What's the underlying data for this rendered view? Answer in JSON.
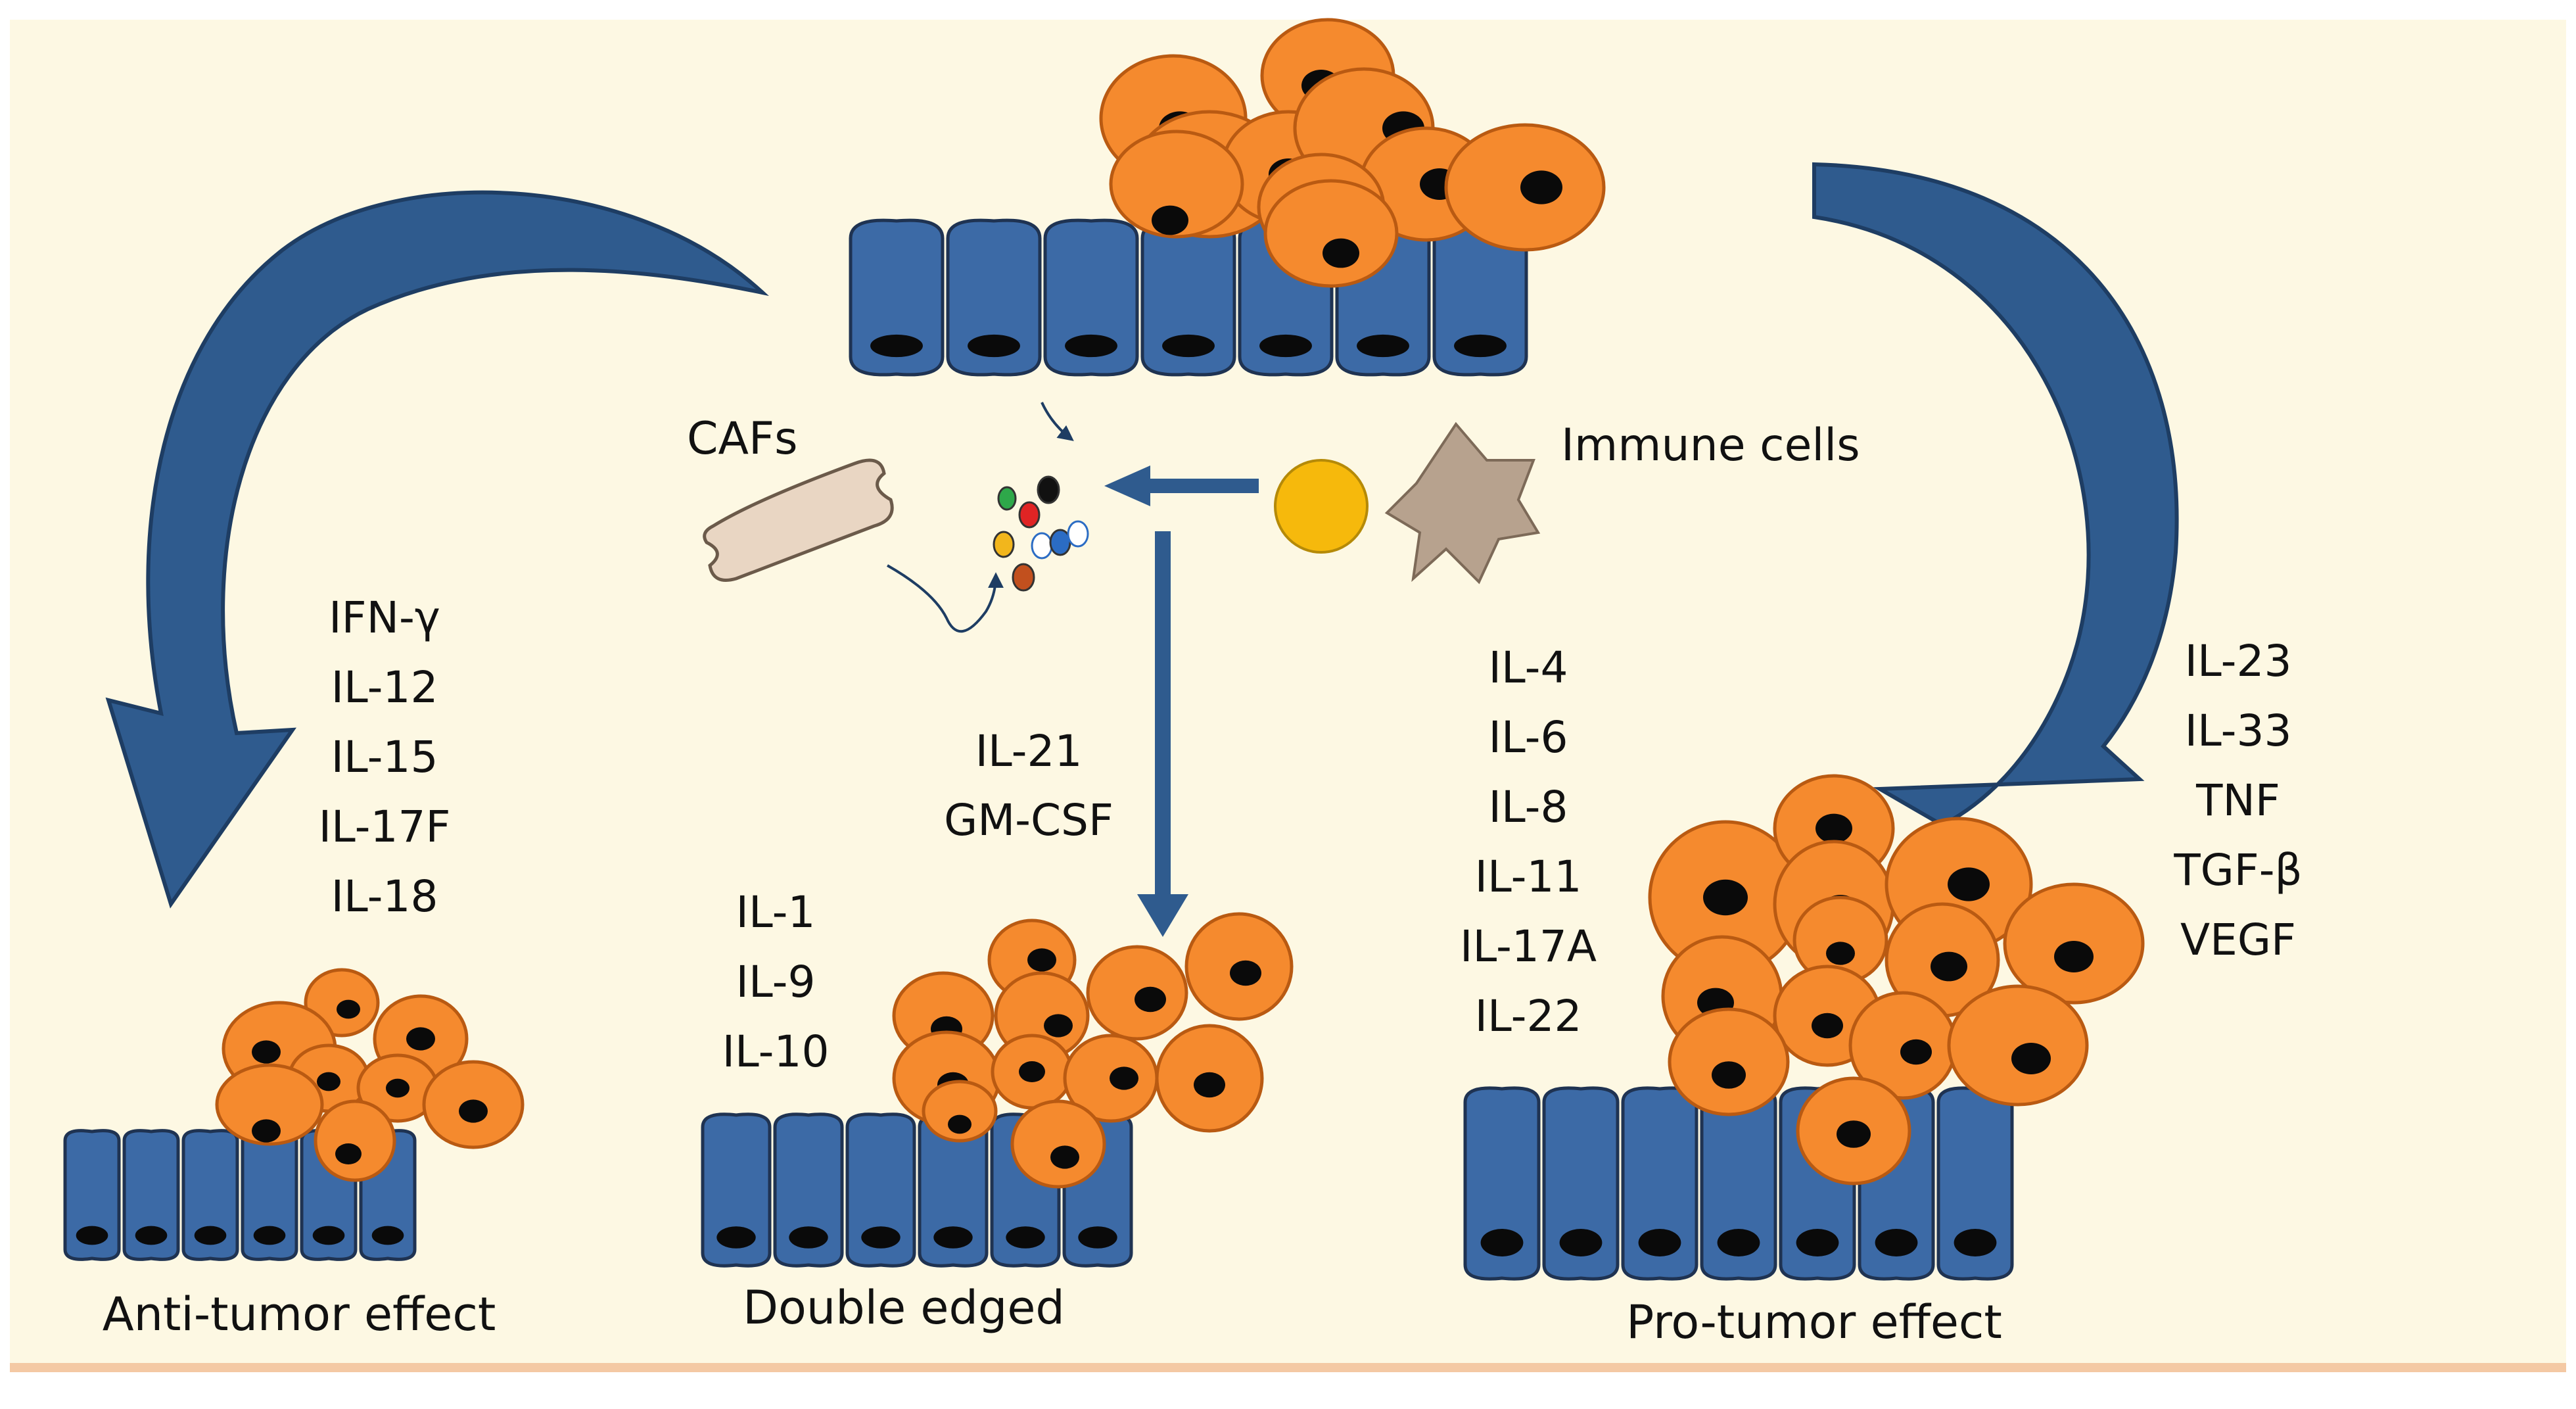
{
  "labels": {
    "cafs": "CAFs",
    "immune_cells": "Immune cells",
    "anti_tumor": "Anti-tumor effect",
    "double_edged": "Double edged",
    "pro_tumor": "Pro-tumor effect"
  },
  "cytokines": {
    "anti_tumor": [
      "IFN-γ",
      "IL-12",
      "IL-15",
      "IL-17F",
      "IL-18"
    ],
    "double_edged_top": [
      "IL-21",
      "GM-CSF"
    ],
    "double_edged_left": [
      "IL-1",
      "IL-9",
      "IL-10"
    ],
    "pro_tumor_left": [
      "IL-4",
      "IL-6",
      "IL-8",
      "IL-11",
      "IL-17A",
      "IL-22"
    ],
    "pro_tumor_right": [
      "IL-23",
      "IL-33",
      "TNF",
      "TGF-β",
      "VEGF"
    ]
  },
  "colors": {
    "background": "#fdf8e3",
    "frame": "#f4c9a4",
    "epithelium": "#3c6aa6",
    "epithelium_edge": "#1f3352",
    "tumor_cell": "#f58a2e",
    "tumor_edge": "#b95a12",
    "nucleus": "#0a0a0a",
    "arrow": "#2f5b8e",
    "arrow_edge": "#1e3d63",
    "fibroblast": "#e9d6c3",
    "immune_round": "#f6b90c",
    "immune_star": "#b7a28e",
    "cytokine_dots": [
      "#2ea84a",
      "#111111",
      "#e02424",
      "#f2b61c",
      "#ffffff",
      "#2b6cc4",
      "#c2501e"
    ]
  },
  "icons": {
    "epithelium": "epithelial-cell-icon",
    "tumor": "tumor-cell-icon",
    "fibroblast": "fibroblast-icon",
    "immune_round": "lymphocyte-icon",
    "immune_star": "macrophage-icon",
    "cytokines": "cytokine-cluster-icon"
  }
}
